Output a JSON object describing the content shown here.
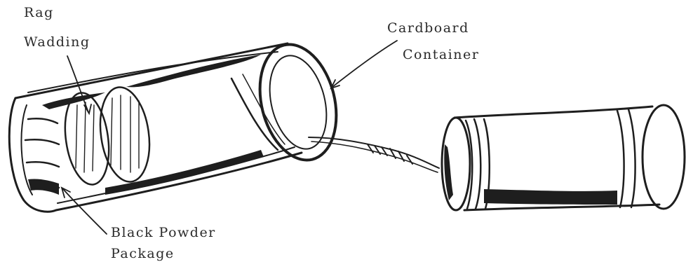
{
  "labels": {
    "rag": "Rag",
    "wadding": "Wadding",
    "cardboard": "Cardboard",
    "container": "Container",
    "black_powder": "Black Powder",
    "package": "Package"
  },
  "colors": {
    "ink": "#1e1e1e",
    "paper": "#ffffff"
  }
}
